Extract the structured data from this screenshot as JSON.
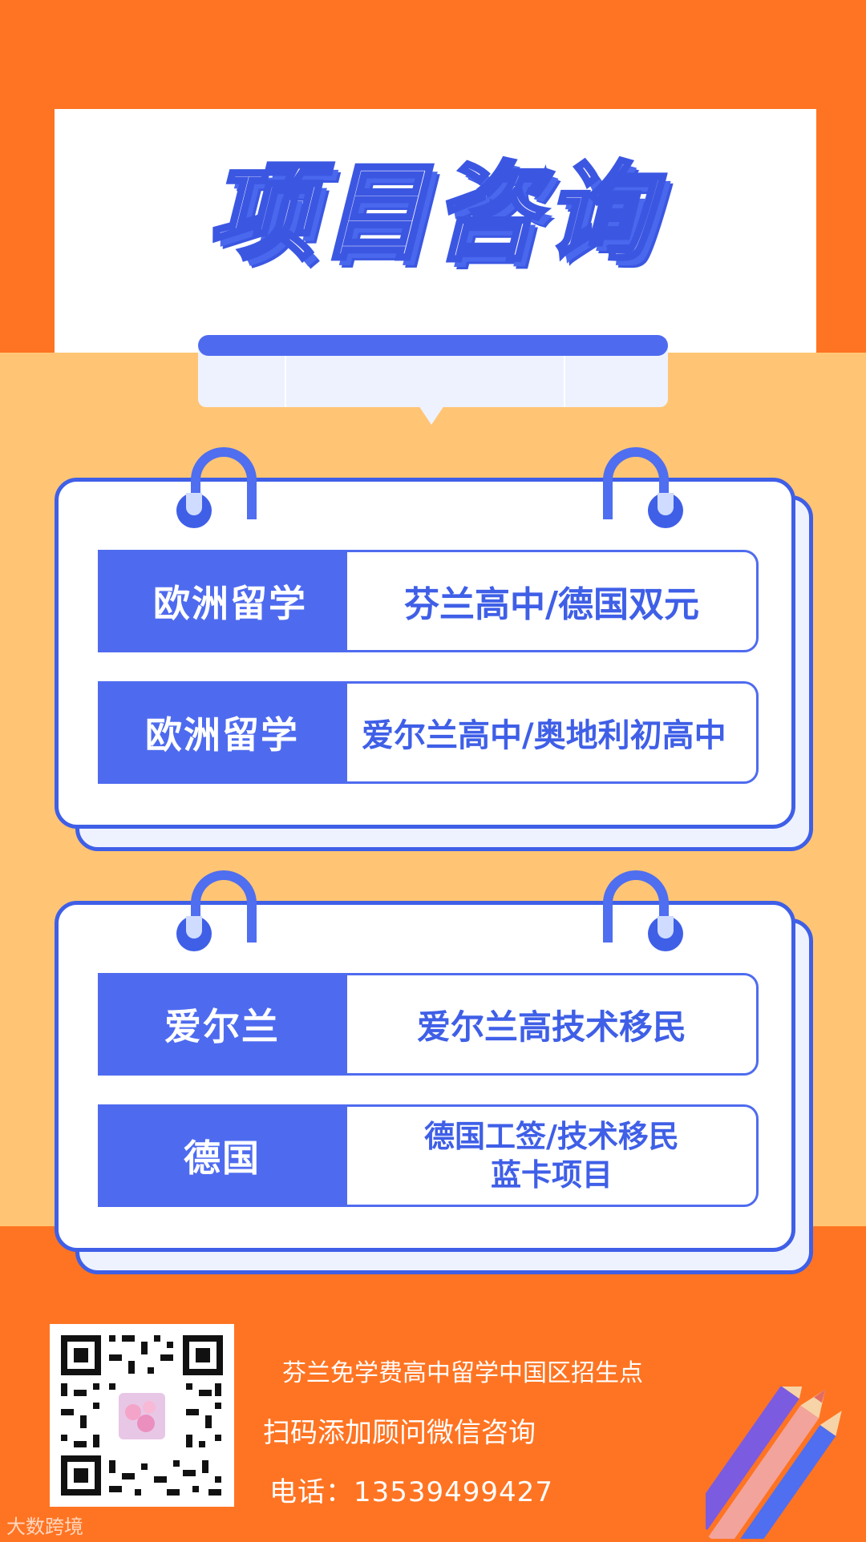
{
  "header": {
    "title": "项目咨询"
  },
  "colors": {
    "orange": "#ff7422",
    "light_orange": "#ffc574",
    "blue": "#4e6bef",
    "dark_blue": "#3f5fe7",
    "pale_blue": "#eef2ff"
  },
  "groups": [
    {
      "rows": [
        {
          "label": "欧洲留学",
          "value": "芬兰高中/德国双元"
        },
        {
          "label": "欧洲留学",
          "value": "爱尔兰高中/奥地利初高中"
        }
      ]
    },
    {
      "rows": [
        {
          "label": "爱尔兰",
          "value": "爱尔兰高技术移民"
        },
        {
          "label": "德国",
          "value_line1": "德国工签/技术移民",
          "value_line2": "蓝卡项目"
        }
      ]
    }
  ],
  "footer": {
    "line1": "芬兰免学费高中留学中国区招生点",
    "line2": "扫码添加顾问微信咨询",
    "line3": "电话：13539499427",
    "qr_icon": "qr-code-icon",
    "pencil_icon": "pencils-icon"
  },
  "watermark": "大数跨境"
}
